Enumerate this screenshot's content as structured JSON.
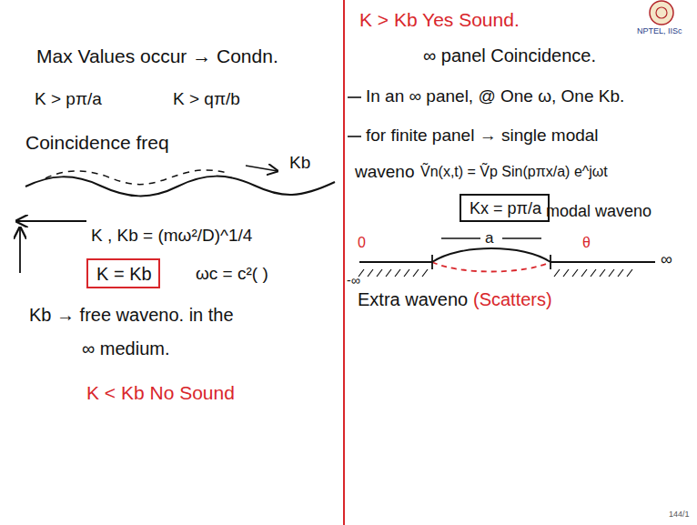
{
  "diagram": {
    "nodes": [
      {
        "text": [
          "K = Kb"
        ]
      },
      {
        "text": [
          "Kx = pπ/a"
        ]
      }
    ],
    "labels": [
      "Max Values occur → Condn.",
      "K > pπ/a",
      "K > qπ/b",
      "Coincidence freq",
      "Kb",
      "K , Kb = (mω²/D)^1/4",
      "ωc = c²(  )",
      "Kb → free waveno. in the",
      "∞ medium.",
      "K < Kb  No Sound",
      "K > Kb  Yes Sound.",
      "∞ panel Coincidence.",
      "In an ∞ panel, @ One ω, One Kb.",
      "for finite panel → single modal",
      "waveno",
      "Ṽn(x,t) = Ṽp Sin(pπx/a) e^jωt",
      "modal waveno",
      "0",
      "a",
      "θ",
      "∞",
      "-∞",
      "Extra waveno",
      "(Scatters)",
      "NPTEL, IISc",
      "144/1"
    ]
  }
}
